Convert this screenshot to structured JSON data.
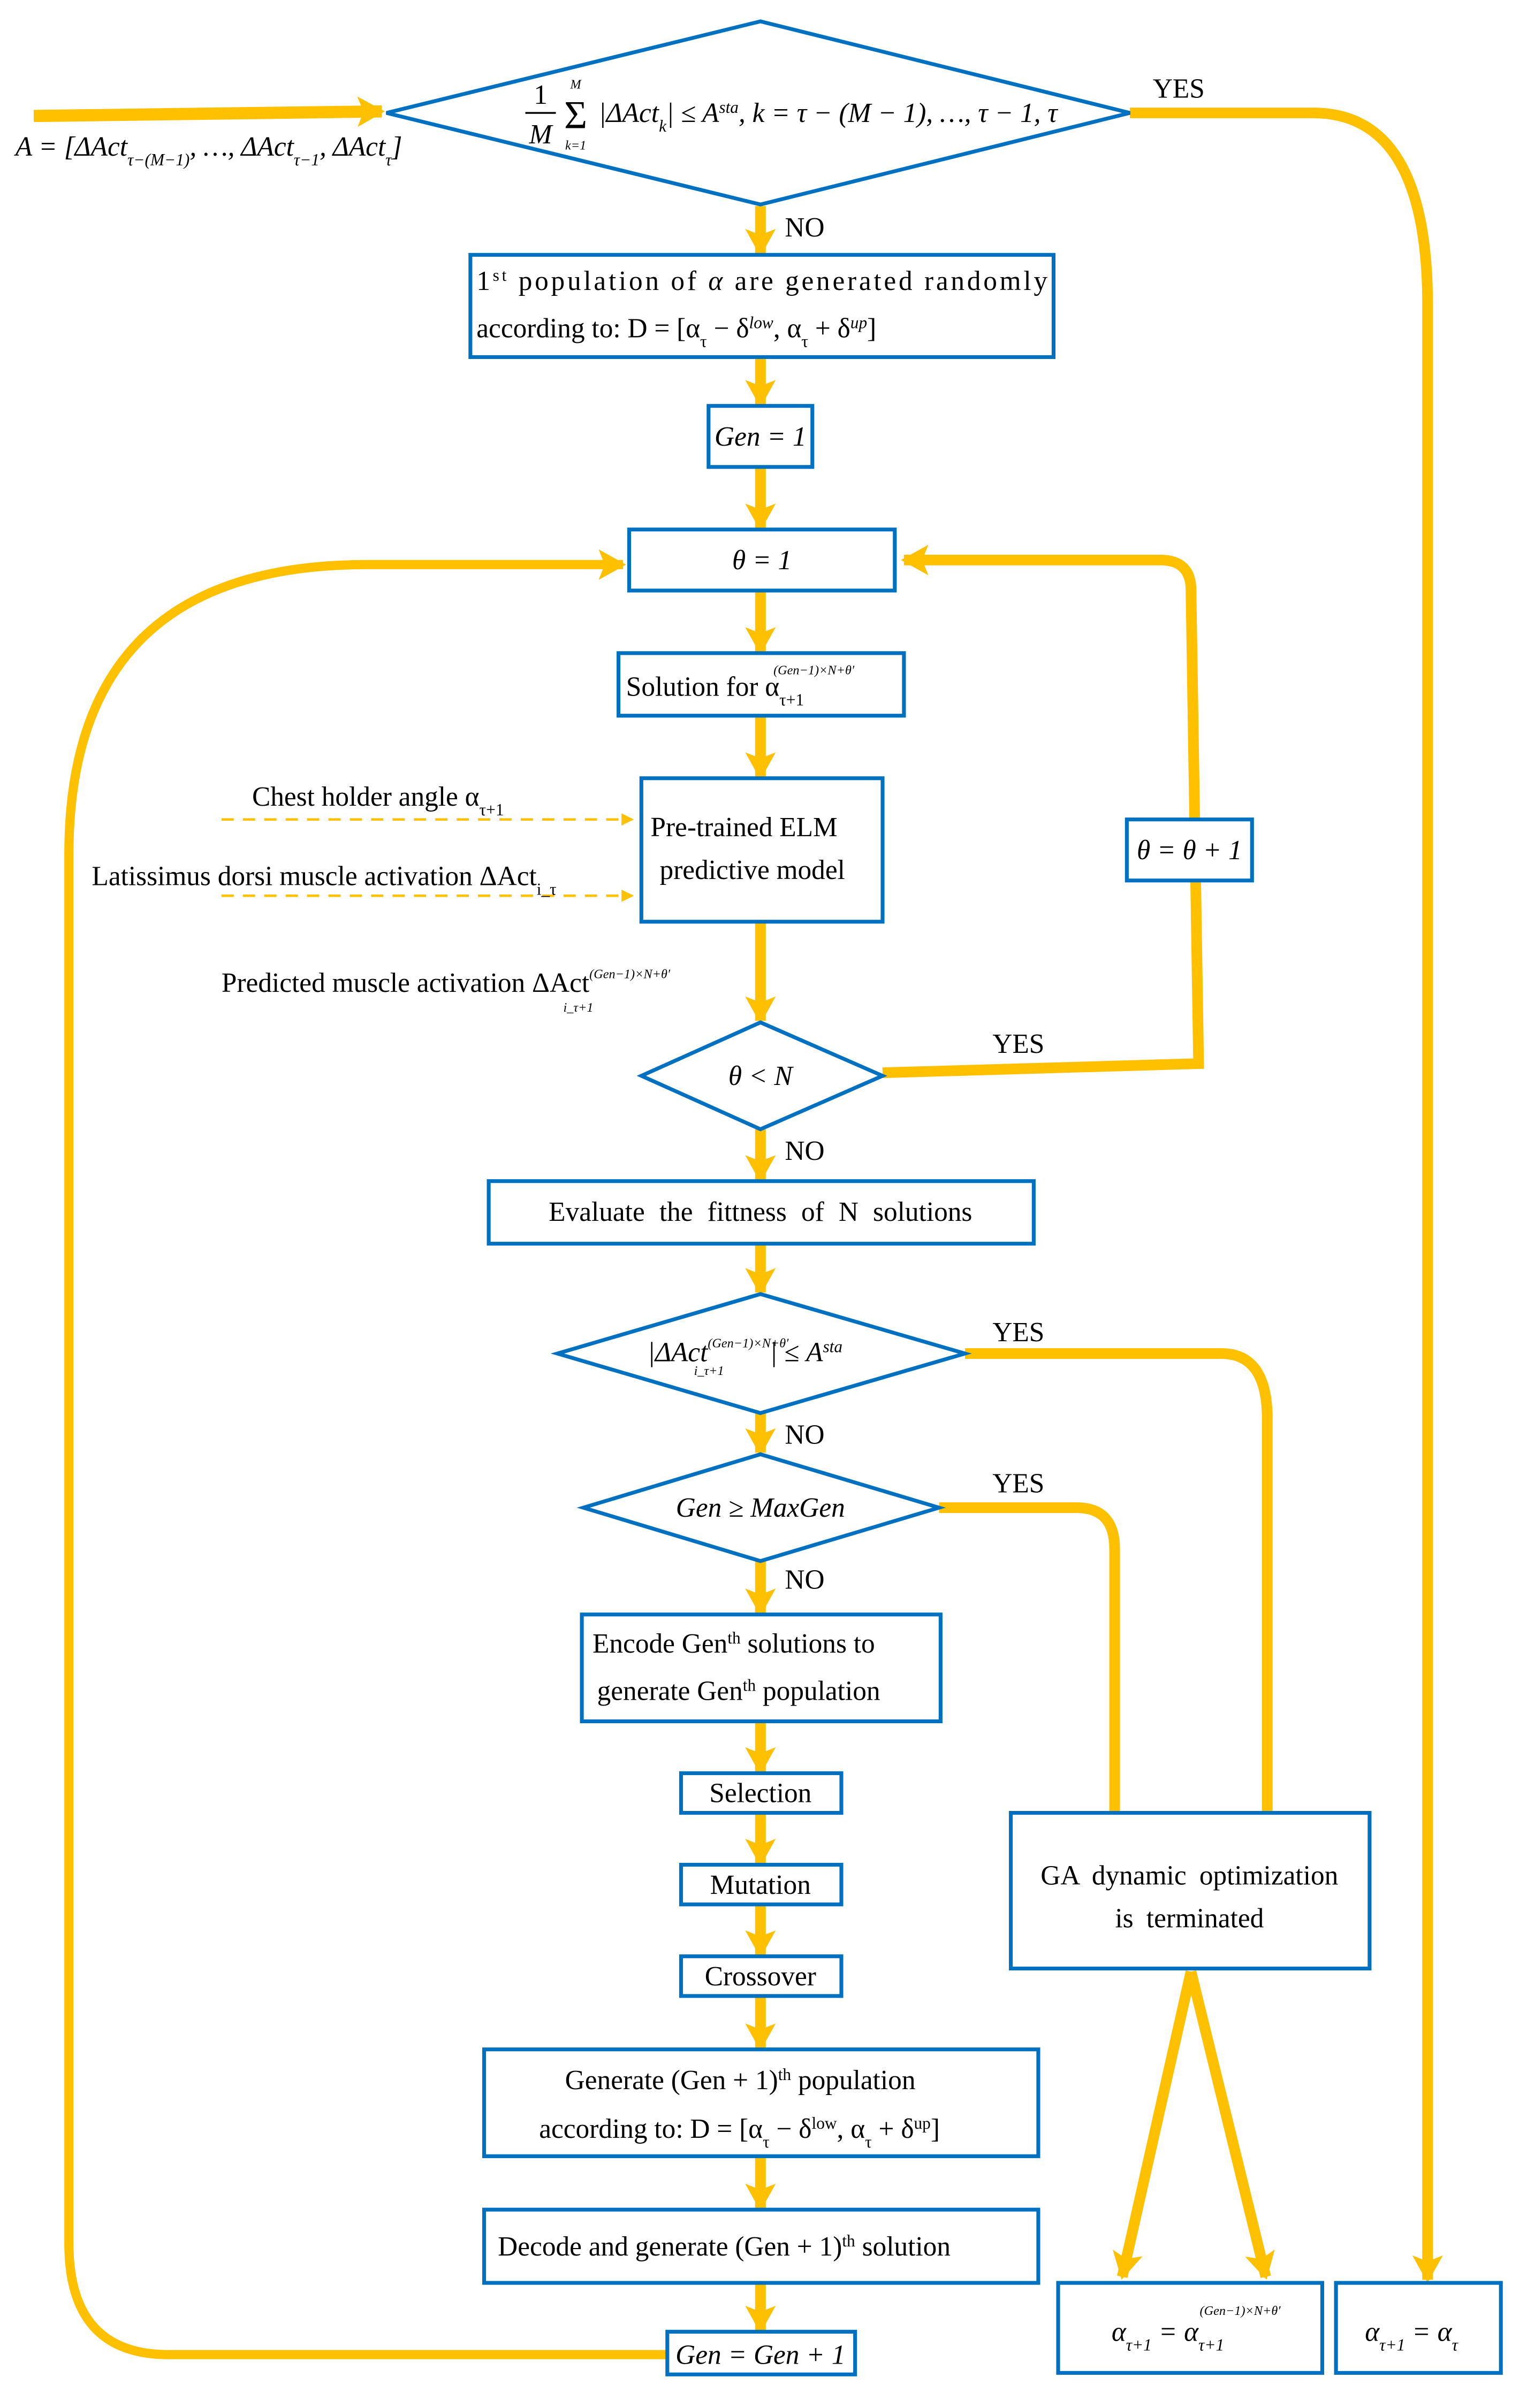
{
  "colors": {
    "arrow": "#FFC000",
    "box_border": "#0070C0",
    "text": "#000000"
  },
  "labels": {
    "yes": "YES",
    "no": "NO"
  },
  "input_vector": [
    "A = [ΔAct",
    "τ−(M−1)",
    ", …, ΔAct",
    "τ−1",
    ", ΔAct",
    "τ",
    "]"
  ],
  "stability_check": {
    "frac_num": "1",
    "frac_den": "M",
    "sigma": "Σ",
    "sum_upper": "M",
    "sum_lower": "k=1",
    "body": [
      "|ΔAct",
      "k",
      "| ≤ A",
      "sta",
      ", k = τ − (M − 1), …, τ − 1, τ"
    ]
  },
  "init_population": {
    "line1": [
      "1",
      "st",
      " population of ",
      "α",
      " are generated randomly"
    ],
    "line2": [
      "according to: D = [α",
      "τ",
      " − δ",
      "low",
      ", α",
      "τ",
      " + δ",
      "up",
      "]"
    ]
  },
  "gen_init": "Gen = 1",
  "theta_init": "θ = 1",
  "solution": [
    "Solution for α",
    "τ+1",
    "(Gen−1)×N+θ′"
  ],
  "inputs": {
    "chest": [
      "Chest holder angle α",
      "τ+1"
    ],
    "latissimus": [
      "Latissimus dorsi muscle activation ΔAct",
      "i_τ"
    ]
  },
  "elm_model": [
    "Pre-trained ELM",
    "predictive model"
  ],
  "predicted": [
    "Predicted muscle activation ΔAct",
    "(Gen−1)×N+θ′",
    "i_τ+1"
  ],
  "theta_check": "θ < N",
  "theta_increment": "θ = θ + 1",
  "evaluate": "Evaluate the fittness of N solutions",
  "fitness_check": [
    "|ΔAct",
    "(Gen−1)×N+θ′",
    "i_τ+1",
    "| ≤ A",
    "sta"
  ],
  "gen_check": "Gen ≥ MaxGen",
  "encode": {
    "line1": [
      "Encode Gen",
      "th",
      " solutions to"
    ],
    "line2": [
      "generate Gen",
      "th",
      " population"
    ]
  },
  "selection": "Selection",
  "mutation": "Mutation",
  "crossover": "Crossover",
  "ga_terminated": [
    "GA dynamic optimization",
    "is terminated"
  ],
  "generate_next": {
    "line1": [
      "Generate (Gen + 1)",
      "th",
      " population"
    ],
    "line2": [
      "according to: D = [α",
      "τ",
      " − δ",
      "low",
      ", α",
      "τ",
      " + δ",
      "up",
      "]"
    ]
  },
  "decode": [
    "Decode and generate (Gen + 1)",
    "th",
    " solution"
  ],
  "gen_increment": "Gen = Gen + 1",
  "output_optimized": [
    "α",
    "τ+1",
    " = α",
    "τ+1",
    "(Gen−1)×N+θ′"
  ],
  "output_keep": [
    "α",
    "τ+1",
    " = α",
    "τ"
  ]
}
